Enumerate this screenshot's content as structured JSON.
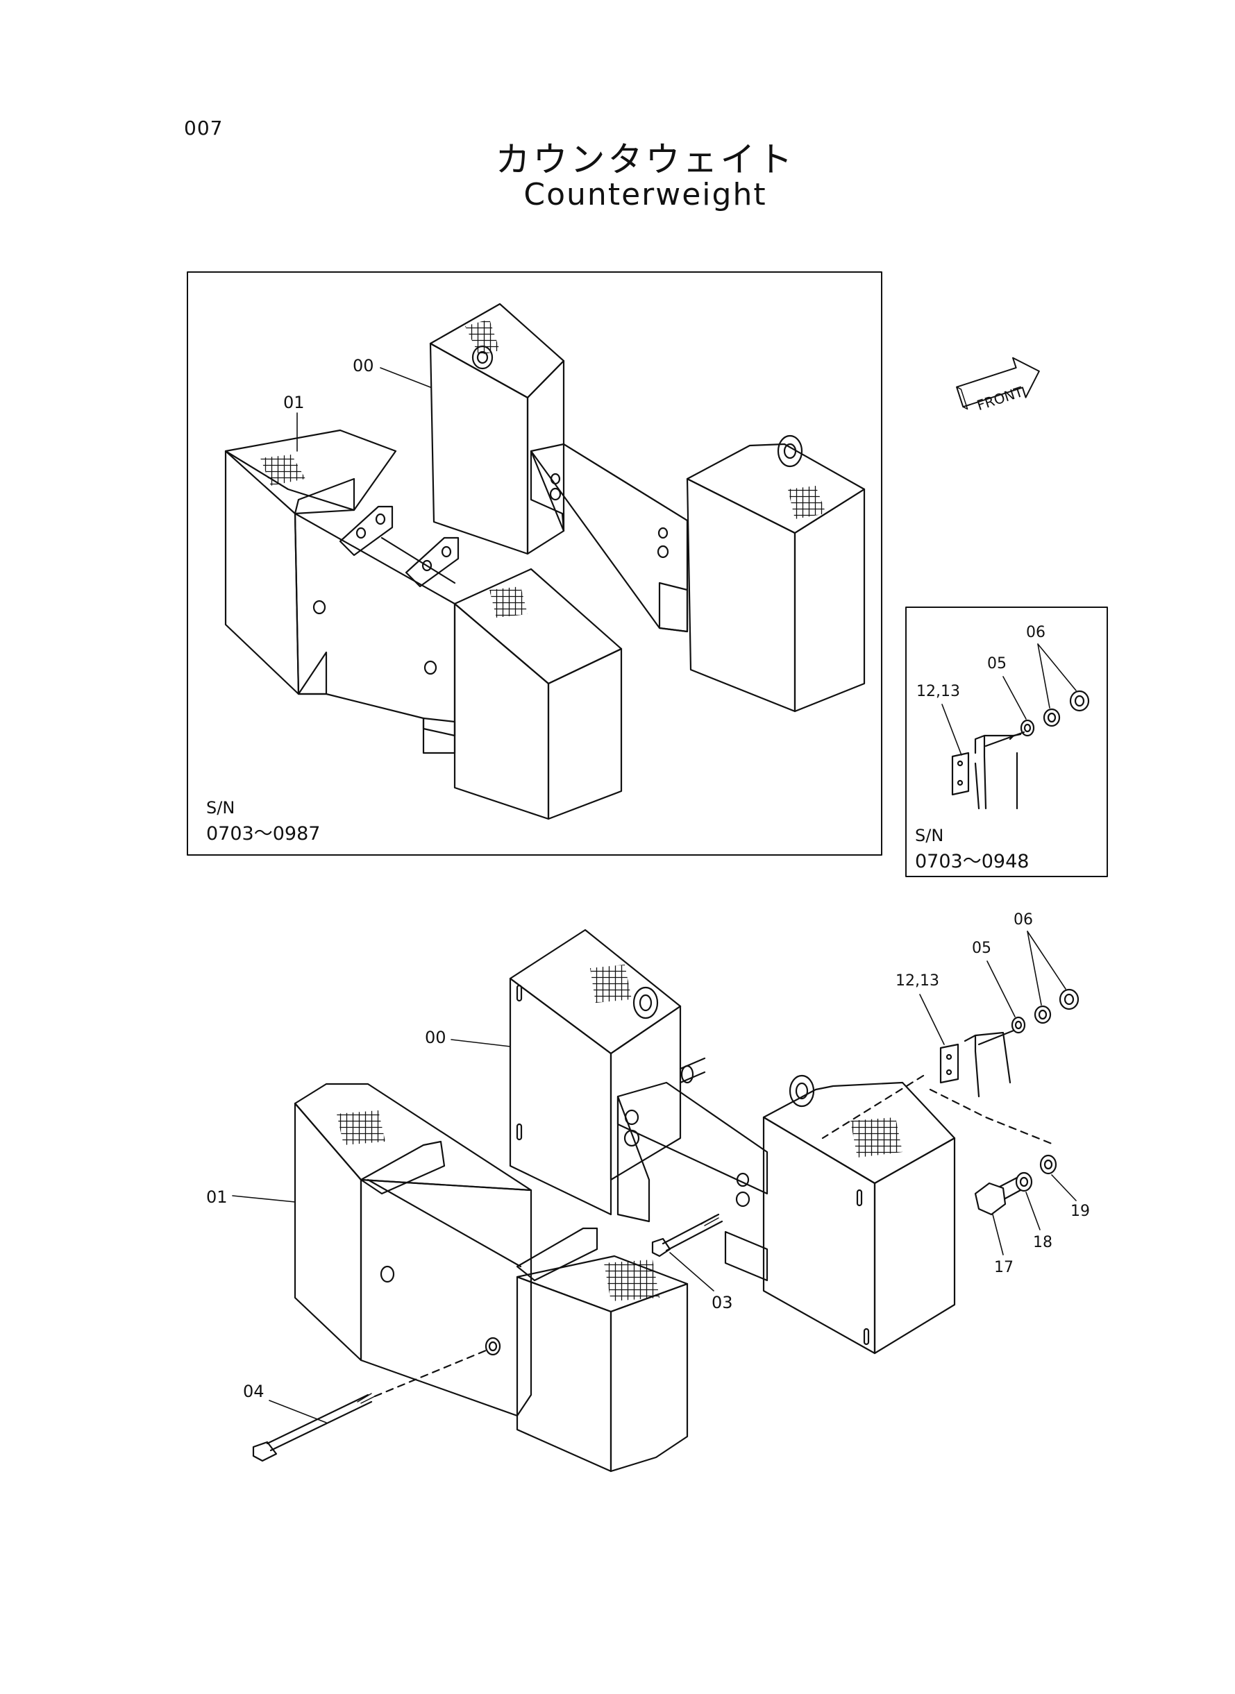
{
  "page_number": "007",
  "title_jp": "カウンタウェイト",
  "title_en": "Counterweight",
  "front_label": "FRONT",
  "upper_box": {
    "sn_label": "S/N",
    "sn_range": "0703～0987"
  },
  "inset_box": {
    "sn_label": "S/N",
    "sn_range": "0703～0948"
  },
  "callouts": {
    "upper_00": "00",
    "upper_01": "01",
    "inset_12_13": "12,13",
    "inset_05": "05",
    "inset_06": "06",
    "lower_00": "00",
    "lower_01": "01",
    "lower_03": "03",
    "lower_04": "04",
    "lower_12_13": "12,13",
    "lower_05": "05",
    "lower_06": "06",
    "lower_17": "17",
    "lower_18": "18",
    "lower_19": "19"
  }
}
